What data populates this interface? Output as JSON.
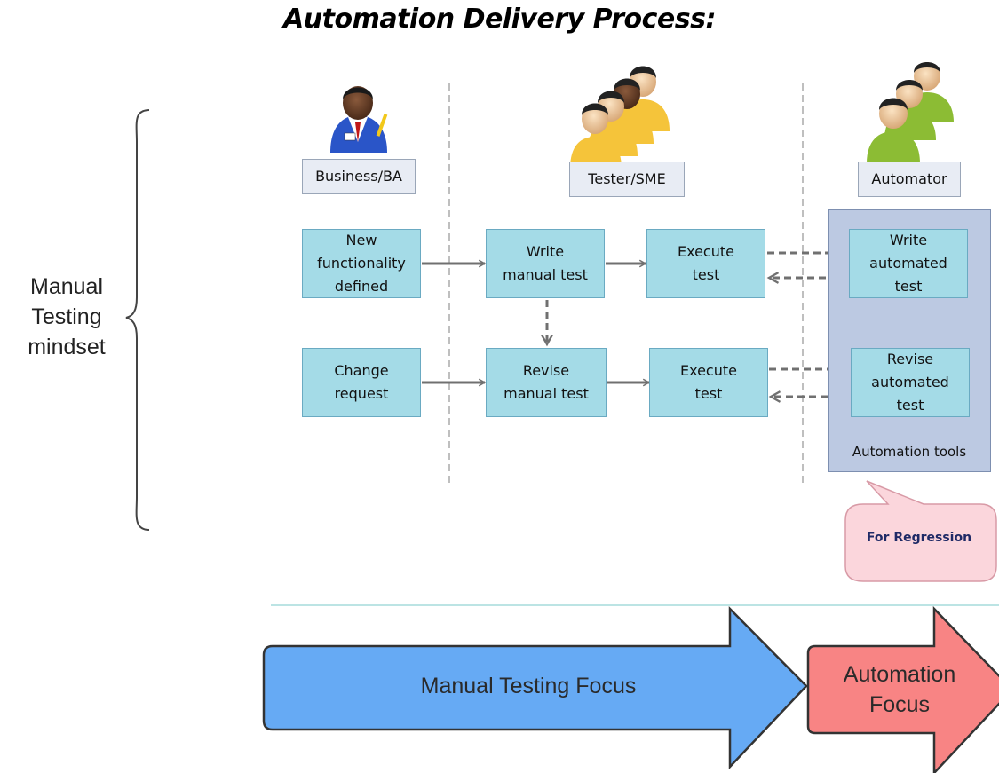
{
  "title": "Automation Delivery Process:",
  "side_label": "Manual\nTesting\nmindset",
  "roles": {
    "business": "Business/BA",
    "tester": "Tester/SME",
    "automator": "Automator"
  },
  "steps": {
    "new_functionality": "New\nfunctionality\ndefined",
    "write_manual": "Write\nmanual test",
    "execute_1": "Execute\ntest",
    "write_automated": "Write\nautomated\ntest",
    "change_request": "Change\nrequest",
    "revise_manual": "Revise\nmanual test",
    "execute_2": "Execute\ntest",
    "revise_automated": "Revise\nautomated\ntest"
  },
  "automation_tools": "Automation tools",
  "callout": "For Regression",
  "focus": {
    "manual": "Manual Testing Focus",
    "automation": "Automation\nFocus"
  },
  "colors": {
    "step_fill": "#a4dbe7",
    "tools_fill": "#bcc9e2",
    "callout_fill": "#fbd6dc",
    "manual_arrow": "#66aaf4",
    "automation_arrow": "#f88484",
    "separator": "#a6dcdc"
  },
  "icons": {
    "business": "businessman-icon",
    "tester": "tester-group-icon",
    "automator": "automator-group-icon"
  }
}
